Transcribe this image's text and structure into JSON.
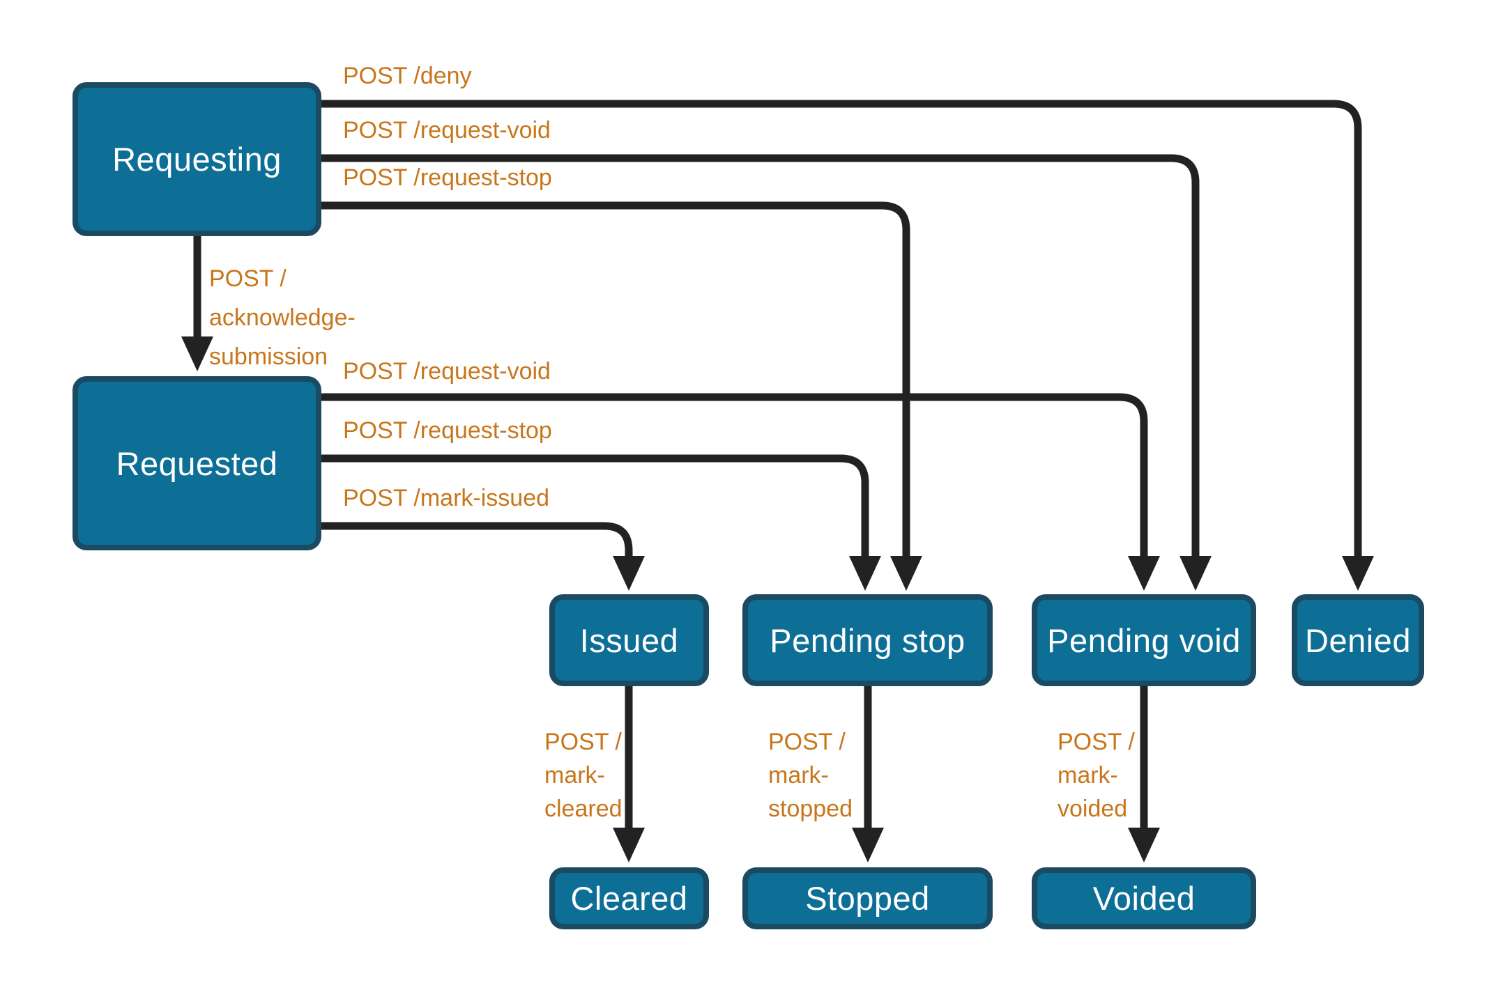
{
  "diagram": {
    "title_hint": "Check issuing state machine",
    "colors": {
      "node_fill": "#0d6e96",
      "node_border": "#1b4a63",
      "node_text": "#ffffff",
      "edge_line": "#222222",
      "edge_label": "#c8761b",
      "canvas_bg": "#ffffff"
    },
    "nodes": [
      {
        "id": "requesting",
        "label": "Requesting"
      },
      {
        "id": "requested",
        "label": "Requested"
      },
      {
        "id": "issued",
        "label": "Issued"
      },
      {
        "id": "pending_stop",
        "label": "Pending stop"
      },
      {
        "id": "pending_void",
        "label": "Pending void"
      },
      {
        "id": "denied",
        "label": "Denied"
      },
      {
        "id": "cleared",
        "label": "Cleared"
      },
      {
        "id": "stopped",
        "label": "Stopped"
      },
      {
        "id": "voided",
        "label": "Voided"
      }
    ],
    "edges": [
      {
        "from": "requesting",
        "to": "denied",
        "label": "POST /deny"
      },
      {
        "from": "requesting",
        "to": "pending_void",
        "label": "POST /request-void"
      },
      {
        "from": "requesting",
        "to": "pending_stop",
        "label": "POST /request-stop"
      },
      {
        "from": "requesting",
        "to": "requested",
        "label": "POST /\nacknowledge-\nsubmission"
      },
      {
        "from": "requested",
        "to": "pending_void",
        "label": "POST /request-void"
      },
      {
        "from": "requested",
        "to": "pending_stop",
        "label": "POST /request-stop"
      },
      {
        "from": "requested",
        "to": "issued",
        "label": "POST /mark-issued"
      },
      {
        "from": "issued",
        "to": "cleared",
        "label": "POST /\nmark-\ncleared"
      },
      {
        "from": "pending_stop",
        "to": "stopped",
        "label": "POST /\nmark-\nstopped"
      },
      {
        "from": "pending_void",
        "to": "voided",
        "label": "POST /\nmark-\nvoided"
      }
    ]
  }
}
